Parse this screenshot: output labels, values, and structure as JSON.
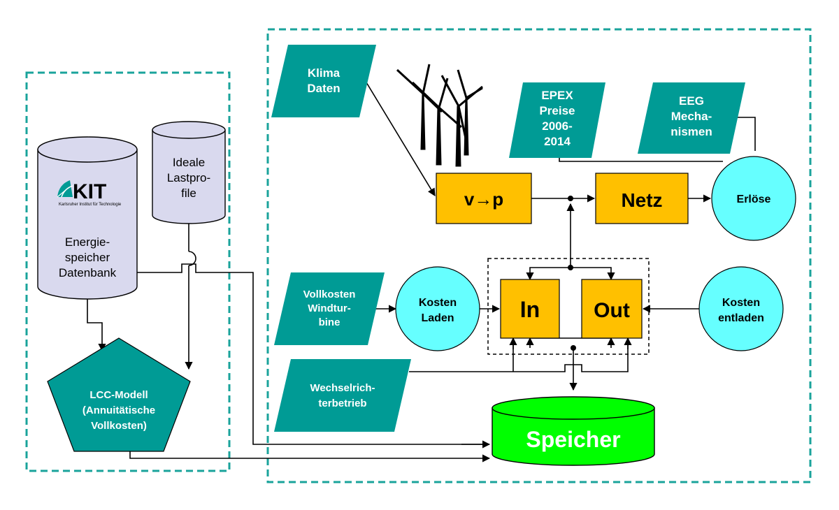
{
  "colors": {
    "teal": "#009b95",
    "cyan": "#66ffff",
    "orange": "#ffc000",
    "green": "#00ff00",
    "cylinder": "#d9d9ee",
    "dash_border": "#1aa39b"
  },
  "inputs": {
    "klima": [
      "Klima",
      "Daten"
    ],
    "epex": [
      "EPEX",
      "Preise",
      "2006-",
      "2014"
    ],
    "eeg": [
      "EEG",
      "Mecha-",
      "nismen"
    ],
    "vollkosten": [
      "Vollkosten",
      "Windtur-",
      "bine"
    ],
    "wechselrichter": [
      "Wechselrich-",
      "terbetrieb"
    ]
  },
  "process": {
    "vp": "v→p",
    "netz": "Netz",
    "in": "In",
    "out": "Out",
    "speicher": "Speicher"
  },
  "circles": {
    "erloese": "Erlöse",
    "kosten_laden": [
      "Kosten",
      "Laden"
    ],
    "kosten_entladen": [
      "Kosten",
      "entladen"
    ]
  },
  "database": {
    "kit_logo": "KIT",
    "kit_sub": "Karlsruher Institut für Technologie",
    "energiespeicher": [
      "Energie-",
      "speicher",
      "Datenbank"
    ],
    "lastprofile": [
      "Ideale",
      "Lastpro-",
      "file"
    ]
  },
  "lcc": [
    "LCC-Modell",
    "(Annuitätische",
    "Vollkosten)"
  ],
  "icons": [
    "wind-turbines-icon",
    "kit-logo-icon"
  ]
}
